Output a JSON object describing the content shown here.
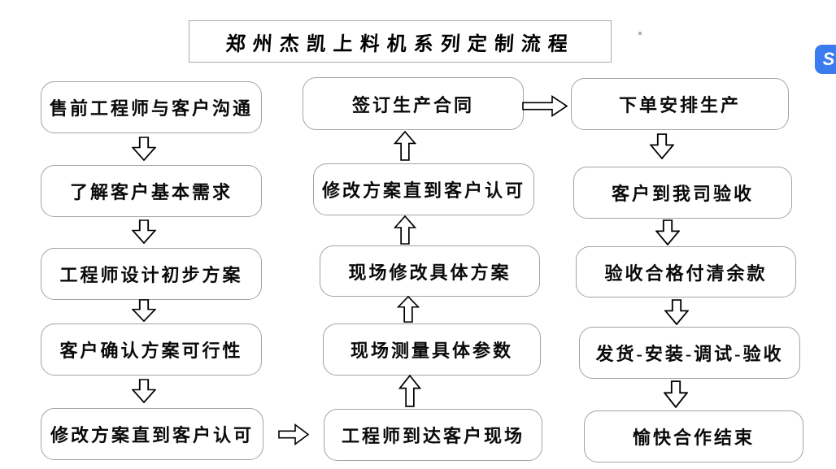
{
  "page": {
    "title": "郑州杰凯上料机系列定制流程",
    "background_color": "#ffffff"
  },
  "colors": {
    "box_border": "#a3a3a3",
    "box_fill": "#ffffff",
    "text": "#000000",
    "arrow_stroke": "#000000",
    "arrow_fill": "#ffffff",
    "side_icon_blue": "#3b7bf0"
  },
  "flowchart": {
    "columns": [
      {
        "name": "left",
        "flow_direction": "down",
        "boxes": [
          "售前工程师与客户沟通",
          "了解客户基本需求",
          "工程师设计初步方案",
          "客户确认方案可行性",
          "修改方案直到客户认可"
        ]
      },
      {
        "name": "middle",
        "flow_direction": "up",
        "boxes": [
          "签订生产合同",
          "修改方案直到客户认可",
          "现场修改具体方案",
          "现场测量具体参数",
          "工程师到达客户现场"
        ]
      },
      {
        "name": "right",
        "flow_direction": "down",
        "boxes": [
          "下单安排生产",
          "客户到我司验收",
          "验收合格付清余款",
          "发货-安装-调试-验收",
          "愉快合作结束"
        ]
      }
    ],
    "cross_links": [
      {
        "from": "修改方案直到客户认可 (left bottom)",
        "to": "工程师到达客户现场",
        "direction": "right"
      },
      {
        "from": "签订生产合同",
        "to": "下单安排生产",
        "direction": "right"
      }
    ]
  },
  "overlay": {
    "side_icon": "s-logo-icon",
    "side_icon_glyph": "S"
  }
}
